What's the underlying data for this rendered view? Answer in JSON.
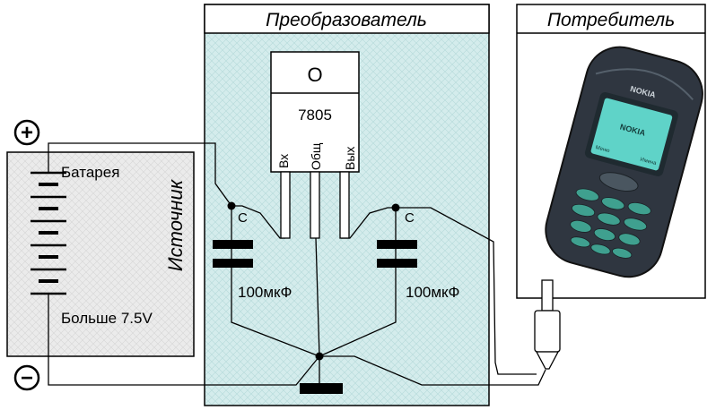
{
  "sections": {
    "converter_title": "Преобразователь",
    "consumer_title": "Потребитель",
    "source_label": "Источник"
  },
  "battery": {
    "label": "Батарея",
    "voltage_label": "Больше 7.5V",
    "plus_symbol": "+",
    "minus_symbol": "−"
  },
  "regulator": {
    "tab_label": "O",
    "model": "7805",
    "pins": {
      "in": "Вх",
      "common": "Общ",
      "out": "Вых"
    }
  },
  "capacitors": {
    "left": {
      "name": "C",
      "value": "100мкФ"
    },
    "right": {
      "name": "C",
      "value": "100мкФ"
    }
  },
  "phone": {
    "brand": "NOKIA",
    "screen_text": "NOKIA",
    "soft_left": "Меню",
    "soft_right": "Имена"
  },
  "colors": {
    "converter_fill": "#d4ecec",
    "source_fill": "#e8e8e8",
    "phone_body": "#2f3640",
    "phone_screen": "#5fd3c8",
    "keys": "#3fa08f"
  }
}
